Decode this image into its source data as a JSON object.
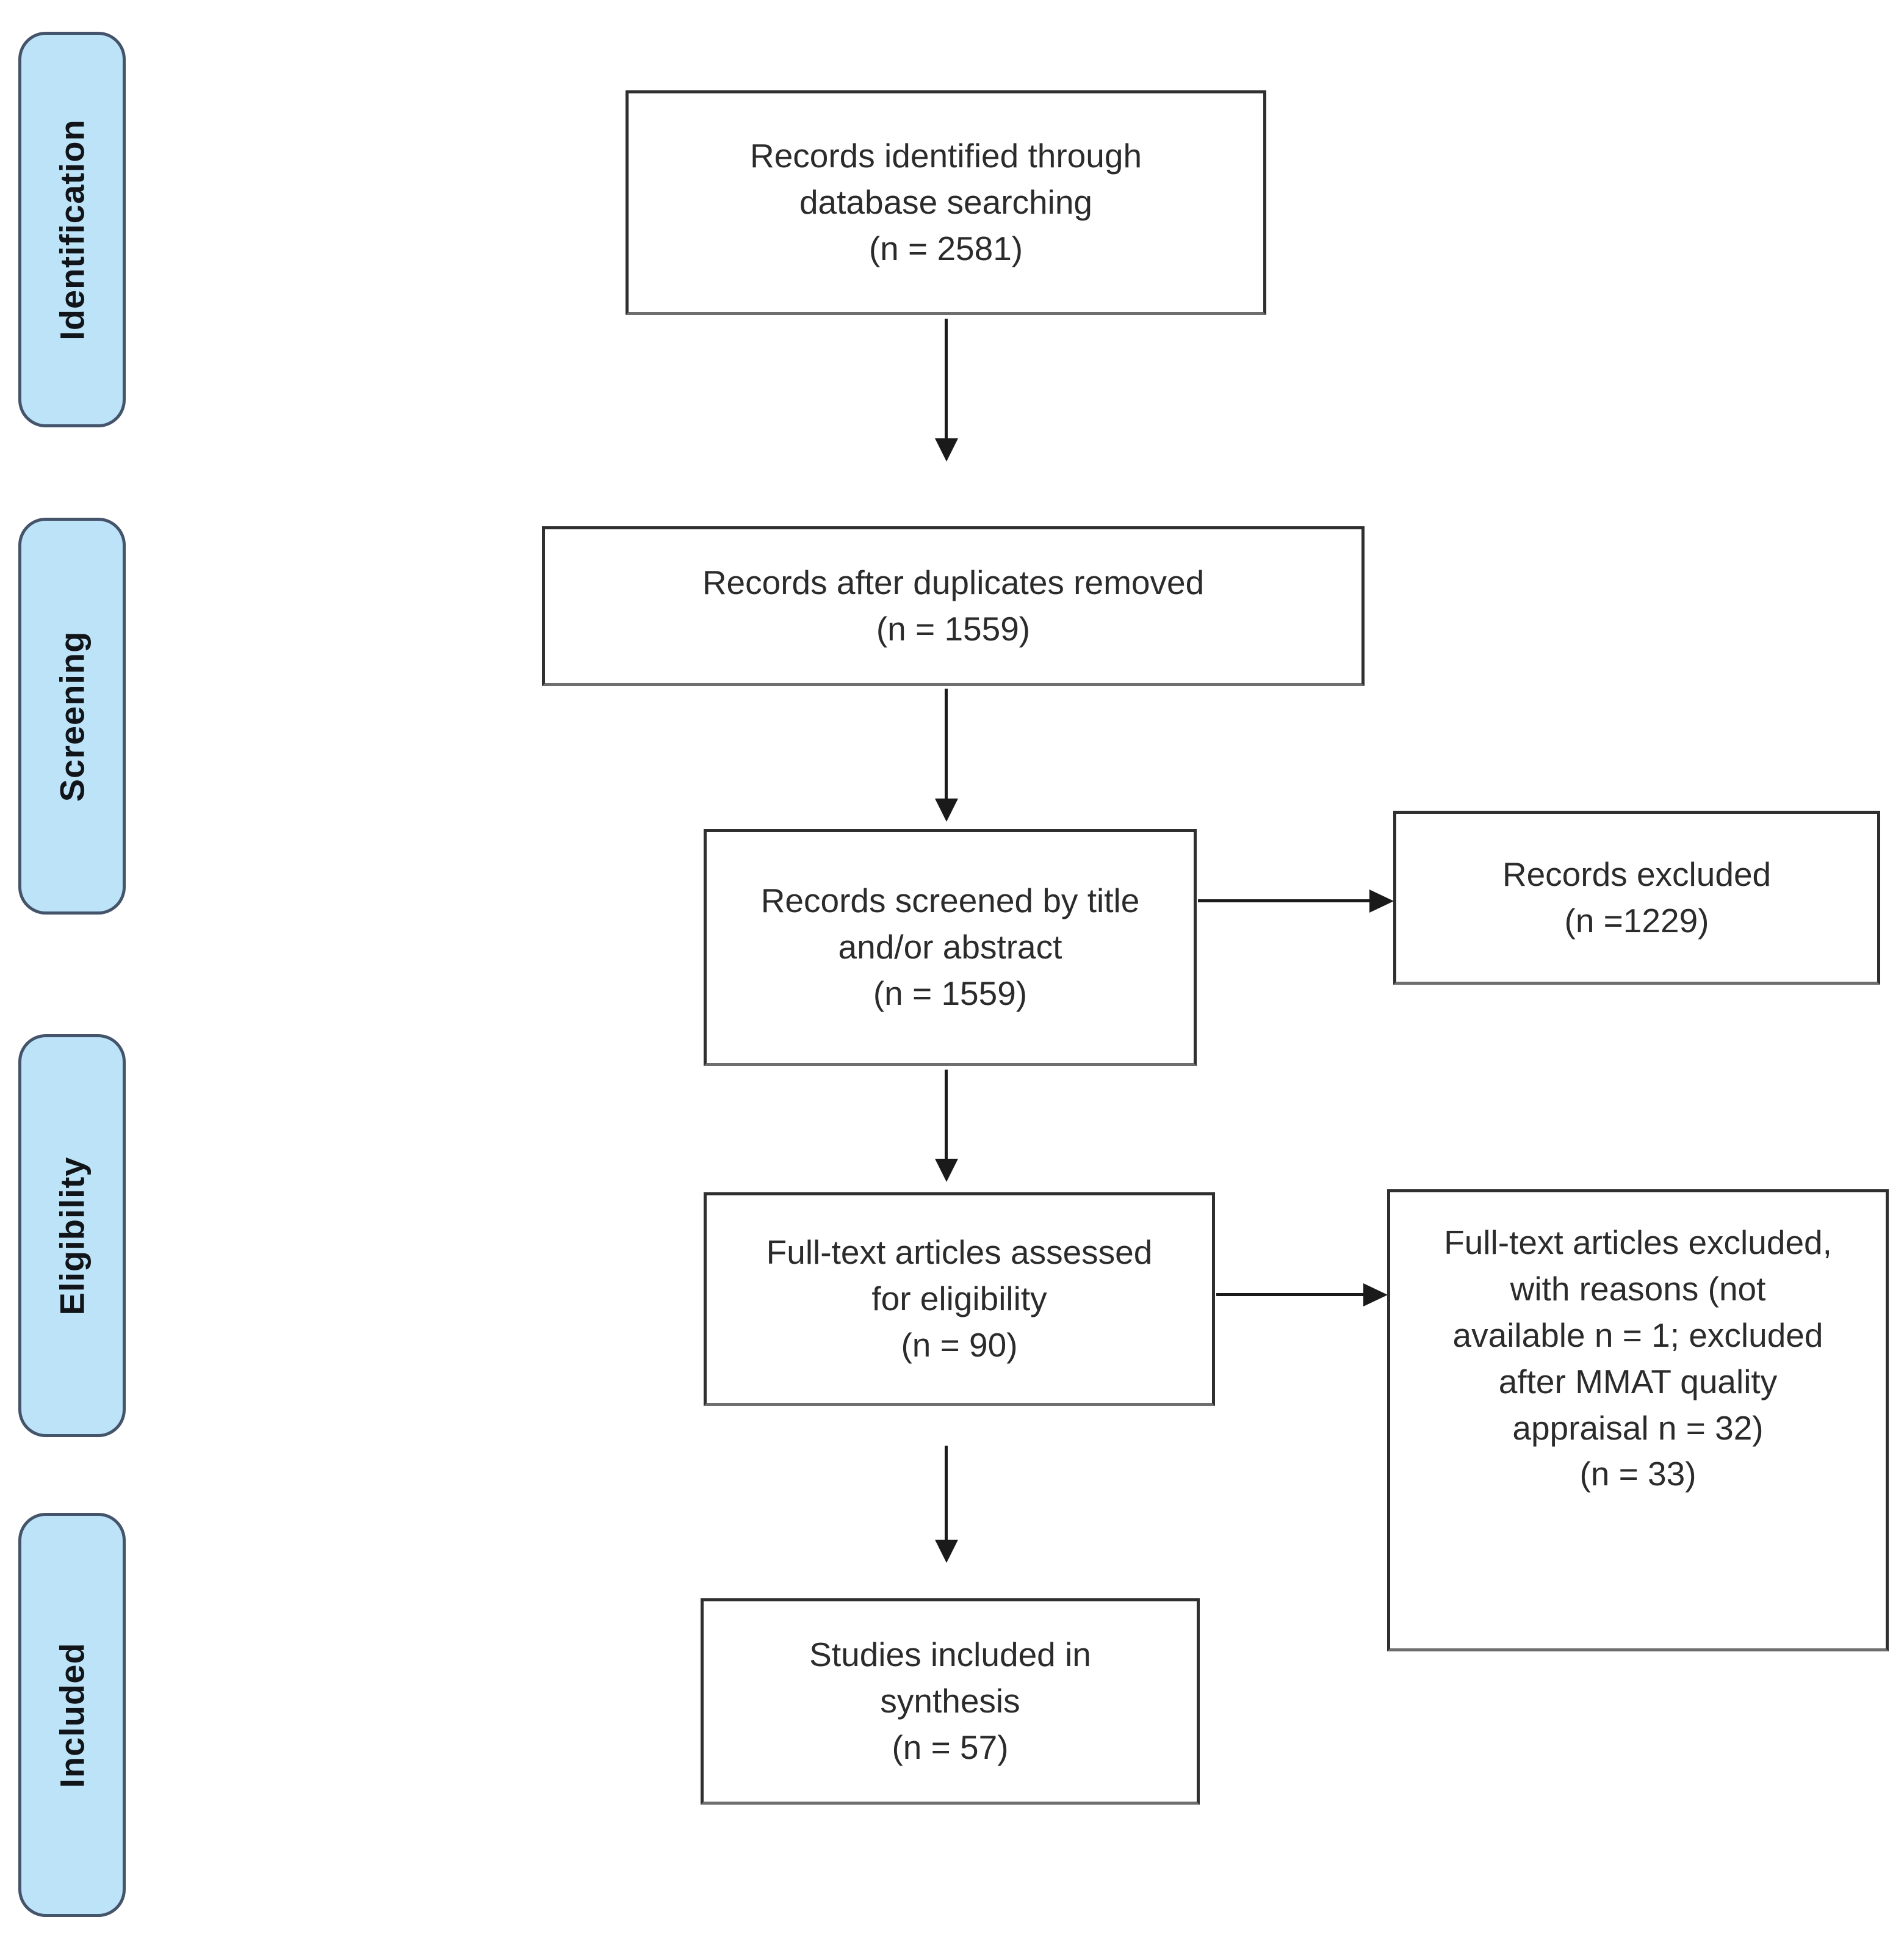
{
  "figure": {
    "type": "prisma-flow-diagram",
    "stages": [
      {
        "key": "identification",
        "label": "Identification"
      },
      {
        "key": "screening",
        "label": "Screening"
      },
      {
        "key": "eligibility",
        "label": "Eligibility"
      },
      {
        "key": "included",
        "label": "Included"
      }
    ],
    "boxes": {
      "identified": {
        "text": "Records identified through\ndatabase searching\n(n = 2581)",
        "n": 2581
      },
      "deduplicated": {
        "text": "Records after duplicates removed\n(n = 1559)",
        "n": 1559
      },
      "screened": {
        "text": "Records screened by title\nand/or abstract\n(n = 1559)",
        "n": 1559
      },
      "records_excluded": {
        "text": "Records excluded\n(n =1229)",
        "n": 1229
      },
      "fulltext_assessed": {
        "text": "Full-text articles assessed\nfor eligibility\n(n = 90)",
        "n": 90
      },
      "fulltext_excluded": {
        "text": "Full-text articles excluded,\nwith reasons (not\navailable n = 1; excluded\nafter MMAT quality\nappraisal n = 32)\n(n = 33)",
        "n": 33
      },
      "included_synthesis": {
        "text": "Studies included in\nsynthesis\n(n = 57)",
        "n": 57
      }
    },
    "colors": {
      "stage_fill": "#bde3f8",
      "stage_border": "#44546a",
      "box_border": "#2f2f2f",
      "arrow": "#1a1a1a",
      "text": "#2b2b2b"
    }
  }
}
